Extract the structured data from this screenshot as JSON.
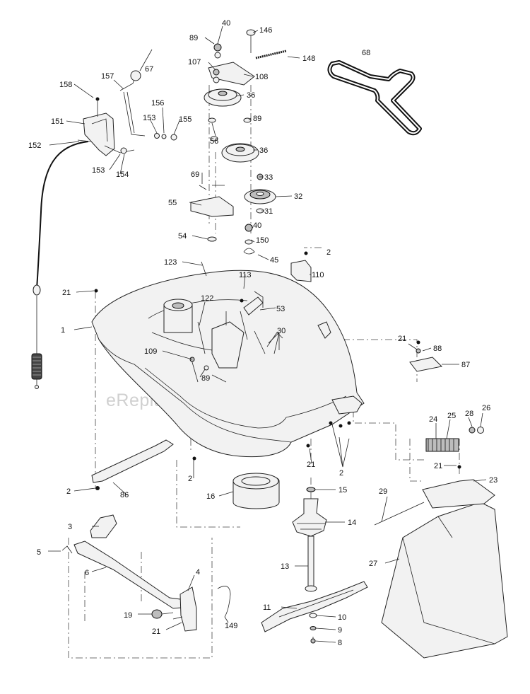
{
  "diagram": {
    "watermark": "eReplacementParts.com",
    "callouts": [
      "1",
      "2",
      "3",
      "4",
      "5",
      "6",
      "8",
      "9",
      "10",
      "11",
      "13",
      "14",
      "15",
      "16",
      "19",
      "21",
      "23",
      "24",
      "25",
      "26",
      "27",
      "28",
      "29",
      "30",
      "31",
      "32",
      "33",
      "36",
      "40",
      "45",
      "53",
      "54",
      "55",
      "56",
      "67",
      "68",
      "69",
      "86",
      "87",
      "88",
      "89",
      "107",
      "108",
      "109",
      "110",
      "113",
      "122",
      "123",
      "146",
      "148",
      "149",
      "150",
      "151",
      "152",
      "153",
      "154",
      "155",
      "156",
      "157",
      "158"
    ]
  }
}
